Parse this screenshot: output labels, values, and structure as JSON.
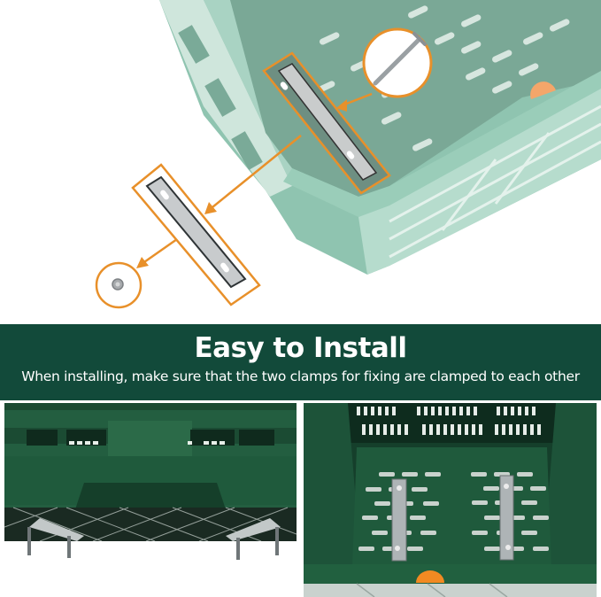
{
  "banner": {
    "title": "Easy to Install",
    "subtitle": "When installing, make sure that the two clamps for fixing are clamped to each other",
    "background": "#124a3a",
    "text_color": "#ffffff"
  },
  "diagram": {
    "callouts": [
      {
        "name": "screw-bolt",
        "shape": "circle"
      },
      {
        "name": "clamp-installed",
        "shape": "rectangle"
      },
      {
        "name": "clamp-detached",
        "shape": "rectangle"
      },
      {
        "name": "nut",
        "shape": "circle"
      }
    ],
    "accent_color": "#e8902a",
    "crate_color": "#7fb8a4"
  },
  "photos": [
    {
      "name": "underside-view",
      "description": "crate base with clamps and bolts"
    },
    {
      "name": "inside-view",
      "description": "crate interior with two clamps installed"
    }
  ]
}
